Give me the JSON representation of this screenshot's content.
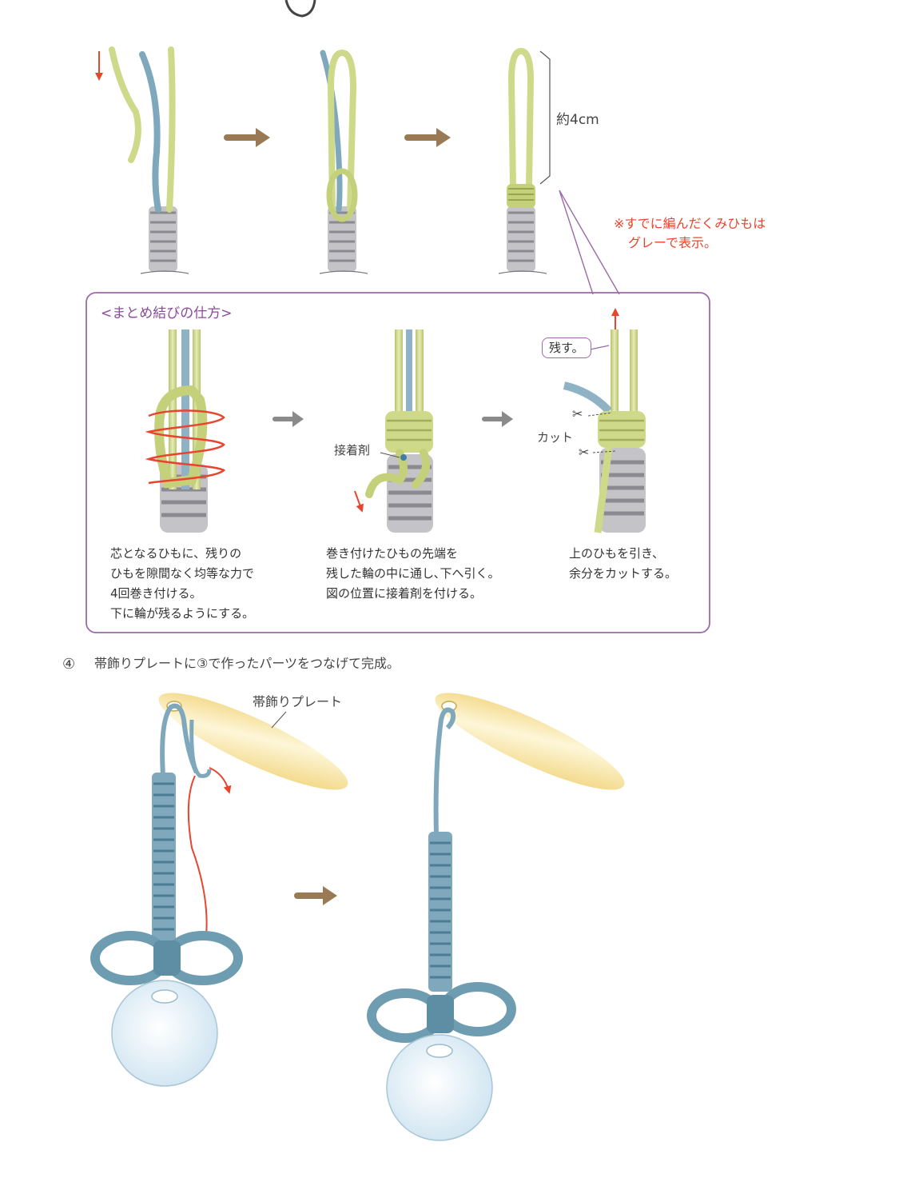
{
  "top_row": {
    "length_label": "約4cm",
    "gray_note": [
      "※すでに編んだくみひもは",
      "グレーで表示。"
    ]
  },
  "inset": {
    "title": "<まとめ結びの仕方>",
    "glue_label": "接着剤",
    "leave_label": "残す。",
    "cut_label": "カット",
    "captions": [
      [
        "芯となるひもに、残りの",
        "ひもを隙間なく均等な力で",
        "4回巻き付ける。",
        "下に輪が残るようにする。"
      ],
      [
        "巻き付けたひもの先端を",
        "残した輪の中に通し､下へ引く。",
        "図の位置に接着剤を付ける。"
      ],
      [
        "上のひもを引き、",
        "余分をカットする。"
      ]
    ]
  },
  "step4": {
    "number": "④",
    "text": "帯飾りプレートに③で作ったパーツをつなげて完成。",
    "plate_label": "帯飾りプレート"
  },
  "colors": {
    "cord_green": "#cfd98a",
    "cord_blue": "#7fa8bc",
    "braid_gray": "#b9b9bd",
    "arrow_brown": "#9a7a55",
    "arrow_gray": "#8a8a8a",
    "accent_red": "#e8442e",
    "frame_purple": "#9c6aa8",
    "plate_yellow": "#f3e39a"
  }
}
